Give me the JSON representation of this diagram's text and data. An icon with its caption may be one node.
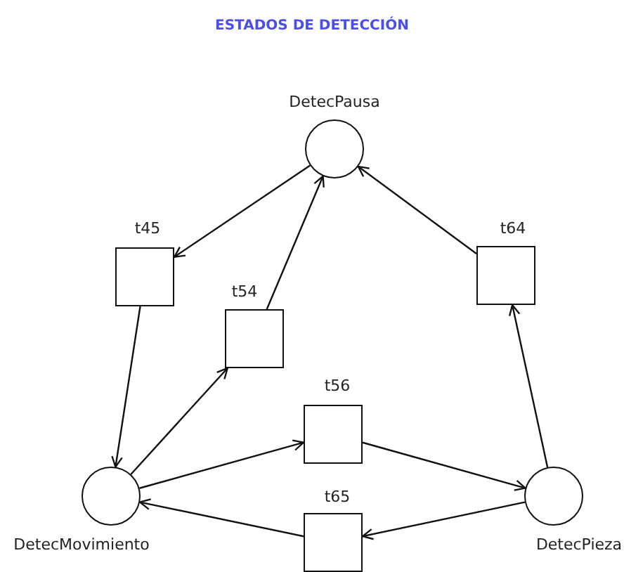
{
  "diagram": {
    "title": "ESTADOS DE DETECCIÓN",
    "nodes": [
      {
        "text": [
          "DetecPausa"
        ]
      },
      {
        "text": [
          "t45"
        ]
      },
      {
        "text": [
          "t54"
        ]
      },
      {
        "text": [
          "t64"
        ]
      },
      {
        "text": [
          "t56"
        ]
      },
      {
        "text": [
          "DetecMovimiento"
        ]
      },
      {
        "text": [
          "t65"
        ]
      },
      {
        "text": [
          "DetecPieza"
        ]
      }
    ],
    "edges": [
      {
        "from": 0,
        "to": 1,
        "arrow": "to"
      },
      {
        "from": 1,
        "to": 5,
        "arrow": "to"
      },
      {
        "from": 5,
        "to": 2,
        "arrow": "to"
      },
      {
        "from": 2,
        "to": 0,
        "arrow": "to"
      },
      {
        "from": 3,
        "to": 0,
        "arrow": "to"
      },
      {
        "from": 7,
        "to": 3,
        "arrow": "to"
      },
      {
        "from": 5,
        "to": 4,
        "arrow": "to"
      },
      {
        "from": 4,
        "to": 7,
        "arrow": "to"
      },
      {
        "from": 7,
        "to": 6,
        "arrow": "to"
      },
      {
        "from": 6,
        "to": 5,
        "arrow": "to"
      }
    ]
  }
}
